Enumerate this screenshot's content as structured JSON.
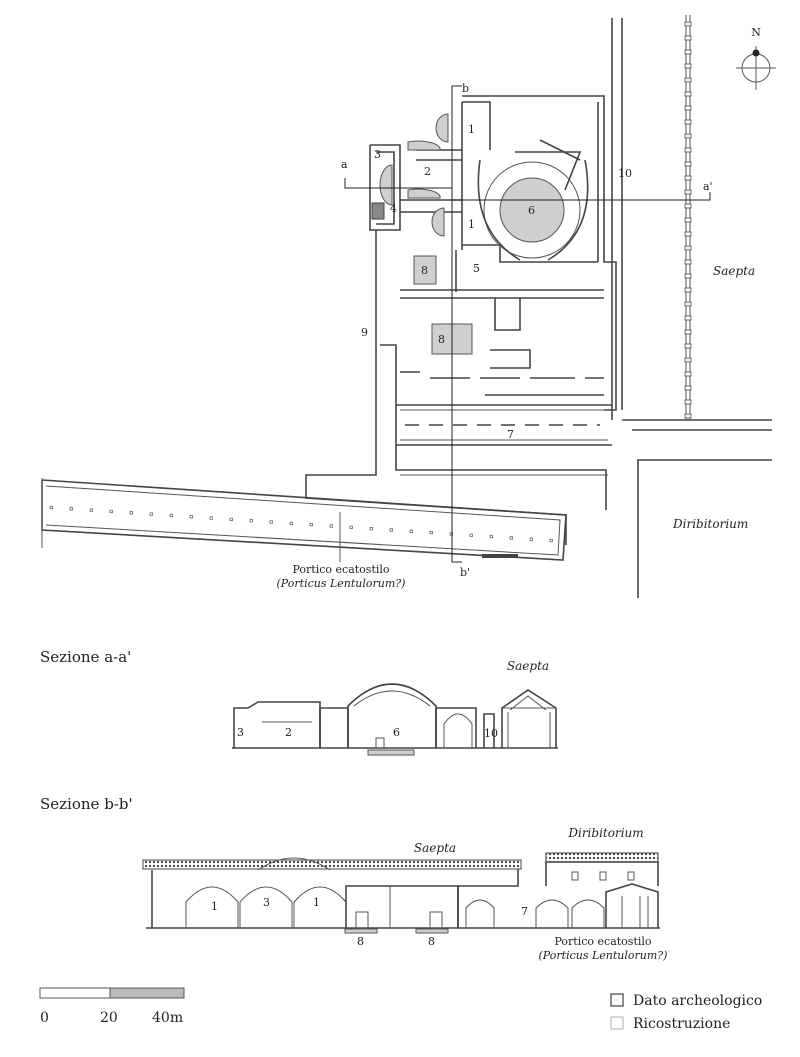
{
  "compass": {
    "north_label": "N"
  },
  "plan": {
    "room_numbers": {
      "r1a": "1",
      "r1b": "1",
      "r2": "2",
      "r3": "3",
      "r4": "4",
      "r5": "5",
      "r6": "6",
      "r7": "7",
      "r8a": "8",
      "r8b": "8",
      "r9": "9",
      "r10": "10"
    },
    "section_markers": {
      "a": "a",
      "a_prime": "a'",
      "b": "b",
      "b_prime": "b'"
    },
    "place_labels": {
      "saepta": "Saepta",
      "diribitorium": "Diribitorium"
    },
    "portico_label_line1": "Portico ecatostilo",
    "portico_label_line2": "(Porticus Lentulorum?)"
  },
  "section_aa": {
    "title": "Sezione a-a'",
    "saepta_label": "Saepta",
    "numbers": {
      "n3": "3",
      "n2": "2",
      "n6": "6",
      "n10": "10"
    }
  },
  "section_bb": {
    "title": "Sezione b-b'",
    "saepta_label": "Saepta",
    "diribitorium_label": "Diribitorium",
    "numbers": {
      "n1a": "1",
      "n3": "3",
      "n1b": "1",
      "n7": "7",
      "n8a": "8",
      "n8b": "8"
    },
    "portico_label_line1": "Portico ecatostilo",
    "portico_label_line2": "(Porticus Lentulorum?)"
  },
  "scale_bar": {
    "tick0": "0",
    "tick1": "20",
    "tick2": "40m"
  },
  "legend": {
    "items": [
      {
        "label": "Dato archeologico",
        "swatch_color": "#444444"
      },
      {
        "label": "Ricostruzione",
        "swatch_color": "#bbbbbb"
      }
    ]
  }
}
